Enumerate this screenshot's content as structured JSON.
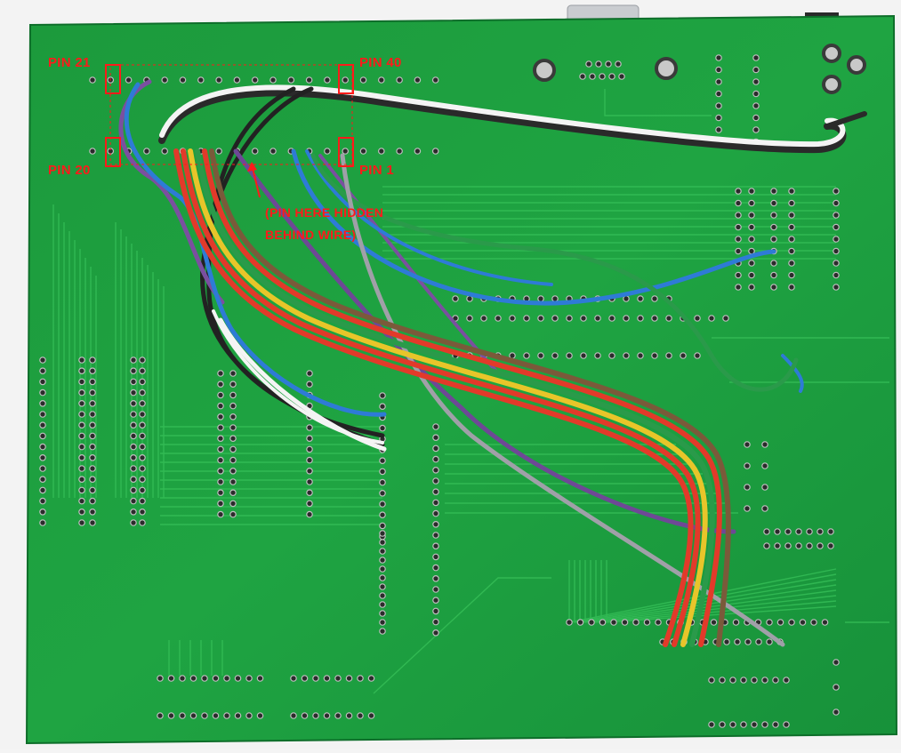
{
  "photo": {
    "subject": "green-pcb-back-side",
    "board_color": "#1fa040",
    "wire_colors": [
      "#2a2a2a",
      "#ffffff",
      "#2e7bd6",
      "#e23a2a",
      "#e8c52a",
      "#2a9a4a",
      "#7a5a3a",
      "#7b4fa0",
      "#a0a0a8"
    ]
  },
  "annotations": {
    "pin21": "PIN 21",
    "pin40": "PIN 40",
    "pin20": "PIN 20",
    "pin1": "PIN 1",
    "hidden_note_line1": "(PIN HERE HIDDEN",
    "hidden_note_line2": "BEHIND WIRE)",
    "annotation_color": "#ff1a1a"
  }
}
